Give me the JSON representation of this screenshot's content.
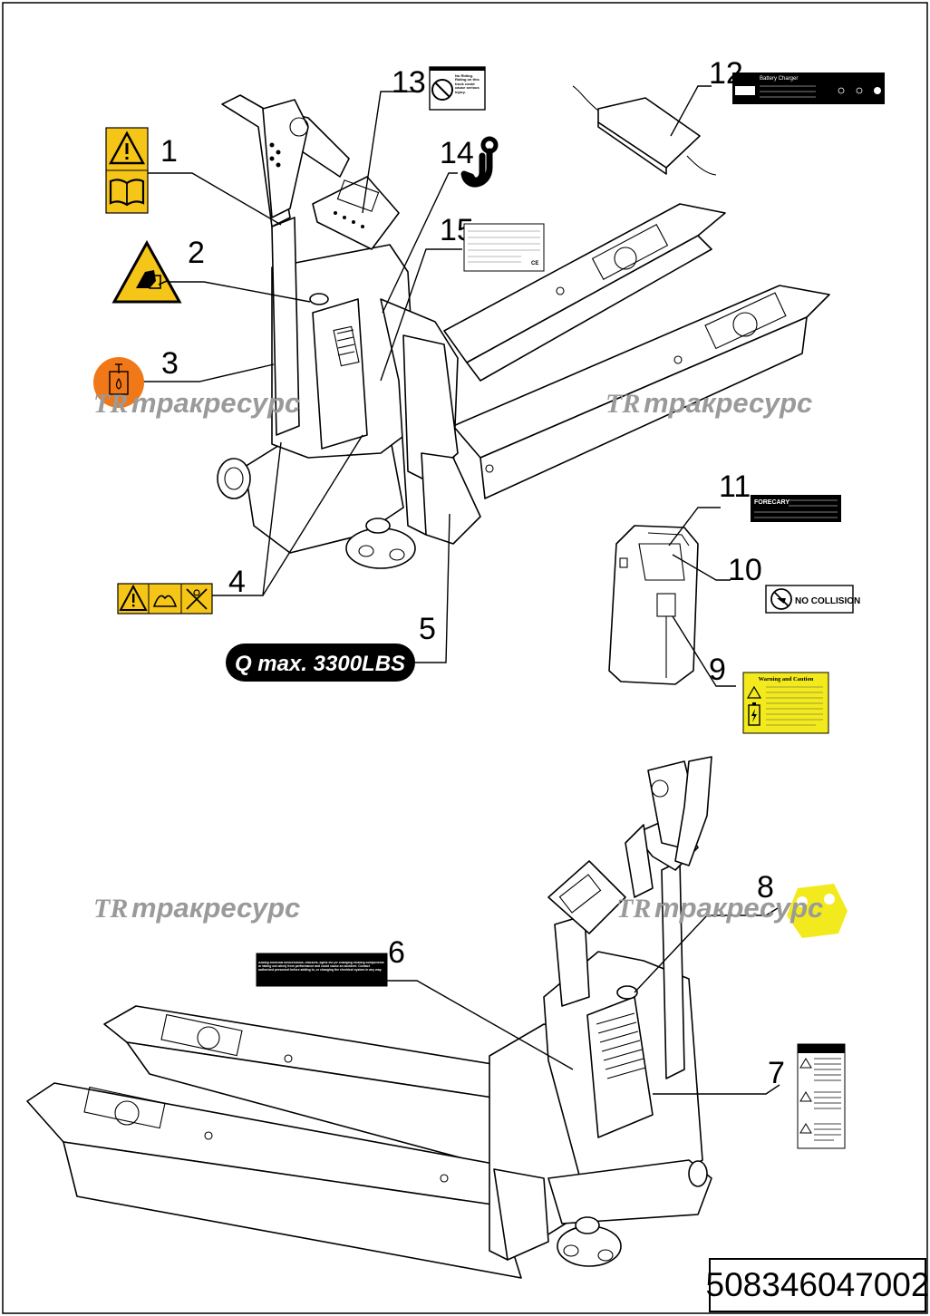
{
  "callouts": [
    {
      "id": "1",
      "label": "1"
    },
    {
      "id": "2",
      "label": "2"
    },
    {
      "id": "3",
      "label": "3"
    },
    {
      "id": "4",
      "label": "4"
    },
    {
      "id": "5",
      "label": "5"
    },
    {
      "id": "6",
      "label": "6"
    },
    {
      "id": "7",
      "label": "7"
    },
    {
      "id": "8",
      "label": "8"
    },
    {
      "id": "9",
      "label": "9"
    },
    {
      "id": "10",
      "label": "10"
    },
    {
      "id": "11",
      "label": "11"
    },
    {
      "id": "12",
      "label": "12"
    },
    {
      "id": "13",
      "label": "13"
    },
    {
      "id": "14",
      "label": "14"
    },
    {
      "id": "15",
      "label": "15"
    }
  ],
  "labels": {
    "capacity": "Q max. 3300LBS",
    "no_collision": "NO COLLISION",
    "no_riding": "No Riding. Riding on this truck could cause serious injury.",
    "battery_charger_title": "Battery Charger",
    "battery_brand": "FORECARY",
    "warning_caution_title": "Warning and Caution",
    "electrical_warning": "Adding electrical devices/tools, brackets, lights etc (or changing existing components or taking out wires) from performance and could cause an accident. Contact authorized personnel before adding to, or changing the electrical system in any way.",
    "ce_mark": "CE"
  },
  "watermark": {
    "text": "тракресурс",
    "logo": "TR"
  },
  "part_number": "508346047002",
  "icons": [
    "warning-triangle-icon",
    "manual-book-icon",
    "hand-crush-icon",
    "oil-fill-icon",
    "lifting-hook-icon",
    "battery-icon",
    "no-collision-icon"
  ],
  "colors": {
    "warning_yellow": "#f5c518",
    "oil_orange": "#f07818",
    "hydraulic_yellow": "#f2ea1c",
    "watermark_gray": "#9a9a9a"
  }
}
